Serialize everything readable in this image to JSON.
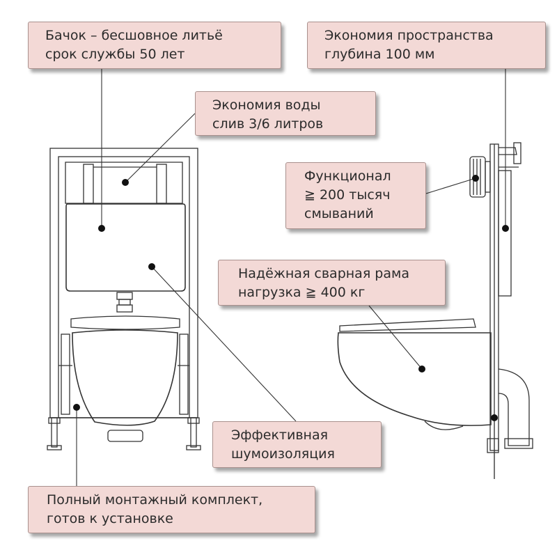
{
  "callouts": {
    "tank": {
      "line1": "Бачок – бесшовное литьё",
      "line2": "срок службы  50 лет"
    },
    "space": {
      "line1": "Экономия пространства",
      "line2": "глубина  100 мм"
    },
    "water": {
      "line1": "Экономия воды",
      "line2": "слив 3/6 литров"
    },
    "func": {
      "line1": "Функционал",
      "line2": "≧ 200 тысяч",
      "line3": "смываний"
    },
    "frame": {
      "line1": "Надёжная сварная рама",
      "line2": "нагрузка  ≧ 400 кг"
    },
    "noise": {
      "line1": "Эффективная",
      "line2": "шумоизоляция"
    },
    "kit": {
      "line1": "Полный монтажный комплект,",
      "line2": "готов к установке"
    }
  },
  "colors": {
    "callout_fill": "#f3d9d6",
    "callout_border": "#a9908d",
    "line": "#333333"
  }
}
